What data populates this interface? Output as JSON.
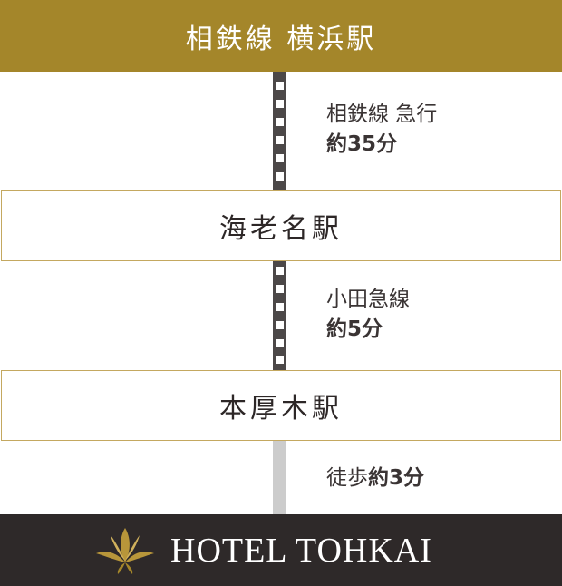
{
  "route": {
    "origin": "相鉄線 横浜駅",
    "segments": [
      {
        "line": "相鉄線 急行",
        "time": "約35分"
      },
      {
        "line": "小田急線",
        "time": "約5分"
      },
      {
        "line": "徒歩",
        "time": "約3分"
      }
    ],
    "stations": [
      "海老名駅",
      "本厚木駅"
    ]
  },
  "footer": {
    "brand": "HOTEL TOHKAI",
    "logo_icon": "gold-flower-emblem-icon"
  },
  "colors": {
    "gold": "#a4862a",
    "rail": "#4c4848",
    "walk": "#cccccc",
    "footer": "#2e2929",
    "station_border": "#c4a860"
  }
}
